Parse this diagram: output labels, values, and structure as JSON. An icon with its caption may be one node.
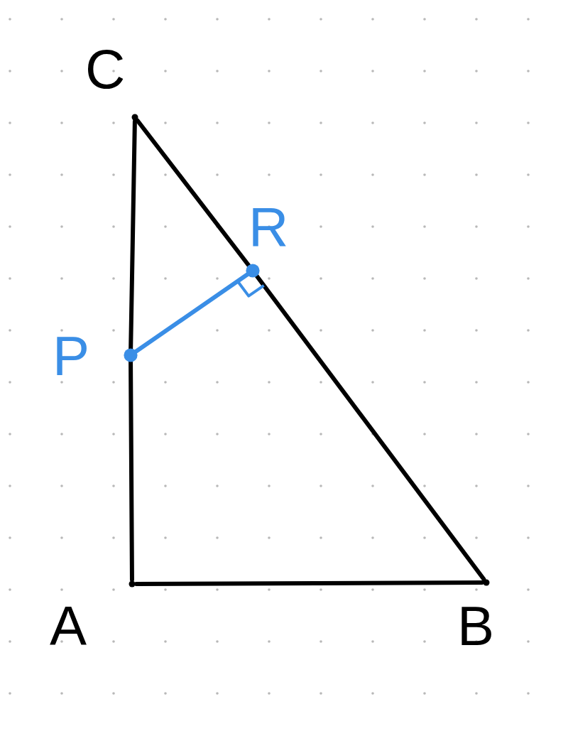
{
  "diagram": {
    "nodes": [
      {
        "text": [],
        "shape": "corner",
        "beside": [
          "C"
        ]
      },
      {
        "text": [],
        "shape": "dot",
        "beside": [
          "R"
        ]
      },
      {
        "text": [],
        "shape": "dot",
        "beside": [
          "P"
        ]
      },
      {
        "text": [],
        "shape": "corner",
        "beside": [
          "A"
        ]
      },
      {
        "text": [],
        "shape": "corner",
        "beside": [
          "B"
        ]
      }
    ],
    "edges": [
      {
        "from": 0,
        "to": 2,
        "arrow": "none"
      },
      {
        "from": 2,
        "to": 3,
        "arrow": "none"
      },
      {
        "from": 3,
        "to": 4,
        "arrow": "none"
      },
      {
        "from": 0,
        "to": 1,
        "arrow": "none"
      },
      {
        "from": 1,
        "to": 4,
        "arrow": "none"
      },
      {
        "from": 2,
        "to": 1,
        "arrow": "none",
        "color": "#3a8ee6"
      }
    ]
  }
}
